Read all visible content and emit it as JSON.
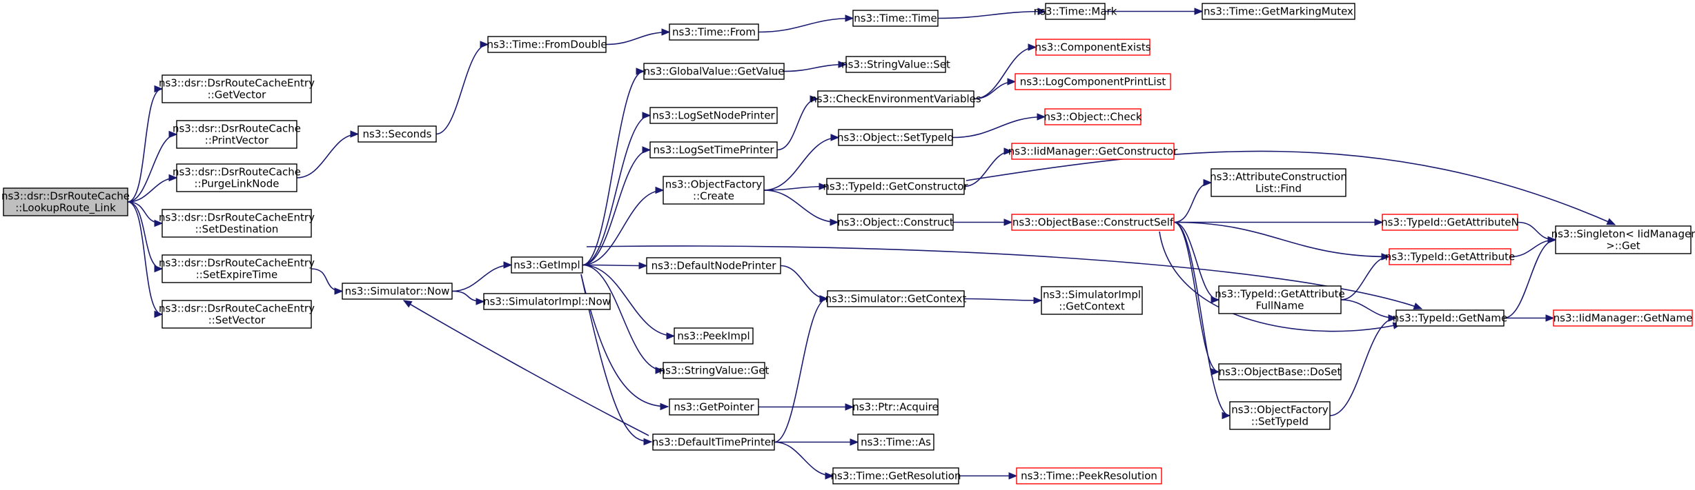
{
  "colors": {
    "edge": "#191970",
    "node_border": "#000000",
    "node_border_truncated": "#ff0000",
    "node_fill": "#ffffff",
    "root_fill": "#bfbfbf",
    "text": "#000000"
  },
  "nodes": [
    {
      "id": "root",
      "lines": [
        "ns3::dsr::DsrRouteCache",
        "::LookupRoute_Link"
      ],
      "root": true
    },
    {
      "id": "getvector",
      "lines": [
        "ns3::dsr::DsrRouteCacheEntry",
        "::GetVector"
      ]
    },
    {
      "id": "printvector",
      "lines": [
        "ns3::dsr::DsrRouteCache",
        "::PrintVector"
      ]
    },
    {
      "id": "purgelinknode",
      "lines": [
        "ns3::dsr::DsrRouteCache",
        "::PurgeLinkNode"
      ]
    },
    {
      "id": "setdestination",
      "lines": [
        "ns3::dsr::DsrRouteCacheEntry",
        "::SetDestination"
      ]
    },
    {
      "id": "setexpiretime",
      "lines": [
        "ns3::dsr::DsrRouteCacheEntry",
        "::SetExpireTime"
      ]
    },
    {
      "id": "setvector",
      "lines": [
        "ns3::dsr::DsrRouteCacheEntry",
        "::SetVector"
      ]
    },
    {
      "id": "seconds",
      "lines": [
        "ns3::Seconds"
      ]
    },
    {
      "id": "simnow",
      "lines": [
        "ns3::Simulator::Now"
      ]
    },
    {
      "id": "fromdouble",
      "lines": [
        "ns3::Time::FromDouble"
      ]
    },
    {
      "id": "getimpl",
      "lines": [
        "ns3::GetImpl"
      ]
    },
    {
      "id": "simimplnow",
      "lines": [
        "ns3::SimulatorImpl::Now"
      ]
    },
    {
      "id": "timefrom",
      "lines": [
        "ns3::Time::From"
      ]
    },
    {
      "id": "gvgetvalue",
      "lines": [
        "ns3::GlobalValue::GetValue"
      ]
    },
    {
      "id": "logsetnodeprinter",
      "lines": [
        "ns3::LogSetNodePrinter"
      ]
    },
    {
      "id": "logsettimeprinter",
      "lines": [
        "ns3::LogSetTimePrinter"
      ]
    },
    {
      "id": "objfactorycreate",
      "lines": [
        "ns3::ObjectFactory",
        "::Create"
      ]
    },
    {
      "id": "defaultnodeprinter",
      "lines": [
        "ns3::DefaultNodePrinter"
      ]
    },
    {
      "id": "peekimpl",
      "lines": [
        "ns3::PeekImpl"
      ]
    },
    {
      "id": "stringvalueget",
      "lines": [
        "ns3::StringValue::Get"
      ]
    },
    {
      "id": "getpointer",
      "lines": [
        "ns3::GetPointer"
      ]
    },
    {
      "id": "defaulttimeprinter",
      "lines": [
        "ns3::DefaultTimePrinter"
      ]
    },
    {
      "id": "timetime",
      "lines": [
        "ns3::Time::Time"
      ]
    },
    {
      "id": "stringvalueset",
      "lines": [
        "ns3::StringValue::Set"
      ]
    },
    {
      "id": "checkenv",
      "lines": [
        "ns3::CheckEnvironmentVariables"
      ]
    },
    {
      "id": "objsettypeid",
      "lines": [
        "ns3::Object::SetTypeId"
      ]
    },
    {
      "id": "typeidgetconstructor",
      "lines": [
        "ns3::TypeId::GetConstructor"
      ]
    },
    {
      "id": "objconstruct",
      "lines": [
        "ns3::Object::Construct"
      ]
    },
    {
      "id": "simgetcontext",
      "lines": [
        "ns3::Simulator::GetContext"
      ]
    },
    {
      "id": "ptracquire",
      "lines": [
        "ns3::Ptr::Acquire"
      ]
    },
    {
      "id": "timeas",
      "lines": [
        "ns3::Time::As"
      ]
    },
    {
      "id": "timegetresolution",
      "lines": [
        "ns3::Time::GetResolution"
      ]
    },
    {
      "id": "timemark",
      "lines": [
        "ns3::Time::Mark"
      ]
    },
    {
      "id": "componentexists",
      "lines": [
        "ns3::ComponentExists"
      ],
      "truncated": true
    },
    {
      "id": "logcomponentprintlist",
      "lines": [
        "ns3::LogComponentPrintList"
      ],
      "truncated": true
    },
    {
      "id": "objectcheck",
      "lines": [
        "ns3::Object::Check"
      ],
      "truncated": true
    },
    {
      "id": "iidgetconstructor",
      "lines": [
        "ns3::IidManager::GetConstructor"
      ],
      "truncated": true
    },
    {
      "id": "objbaseconstructself",
      "lines": [
        "ns3::ObjectBase::ConstructSelf"
      ],
      "truncated": true
    },
    {
      "id": "simimplgetcontext",
      "lines": [
        "ns3::SimulatorImpl",
        "::GetContext"
      ]
    },
    {
      "id": "timepeekresolution",
      "lines": [
        "ns3::Time::PeekResolution"
      ],
      "truncated": true
    },
    {
      "id": "getmarkingmutex",
      "lines": [
        "ns3::Time::GetMarkingMutex"
      ]
    },
    {
      "id": "attrconstrfind",
      "lines": [
        "ns3::AttributeConstruction",
        "List::Find"
      ]
    },
    {
      "id": "typeidgetattributefullname",
      "lines": [
        "ns3::TypeId::GetAttribute",
        "FullName"
      ]
    },
    {
      "id": "objbasedoset",
      "lines": [
        "ns3::ObjectBase::DoSet"
      ]
    },
    {
      "id": "objfactorysettypeid",
      "lines": [
        "ns3::ObjectFactory",
        "::SetTypeId"
      ]
    },
    {
      "id": "typeidgetattributen",
      "lines": [
        "ns3::TypeId::GetAttributeN"
      ],
      "truncated": true
    },
    {
      "id": "typeidgetattribute",
      "lines": [
        "ns3::TypeId::GetAttribute"
      ],
      "truncated": true
    },
    {
      "id": "typeidgetname",
      "lines": [
        "ns3::TypeId::GetName"
      ]
    },
    {
      "id": "singletonget",
      "lines": [
        "ns3::Singleton< IidManager",
        ">::Get"
      ]
    },
    {
      "id": "iidgetname",
      "lines": [
        "ns3::IidManager::GetName"
      ],
      "truncated": true
    }
  ],
  "edges": [
    [
      "root",
      "getvector"
    ],
    [
      "root",
      "printvector"
    ],
    [
      "root",
      "purgelinknode"
    ],
    [
      "root",
      "setdestination"
    ],
    [
      "root",
      "setexpiretime"
    ],
    [
      "root",
      "setvector"
    ],
    [
      "purgelinknode",
      "seconds"
    ],
    [
      "seconds",
      "fromdouble"
    ],
    [
      "fromdouble",
      "timefrom"
    ],
    [
      "timefrom",
      "timetime"
    ],
    [
      "timetime",
      "timemark"
    ],
    [
      "timemark",
      "getmarkingmutex"
    ],
    [
      "setexpiretime",
      "simnow"
    ],
    [
      "simnow",
      "getimpl"
    ],
    [
      "simnow",
      "simimplnow"
    ],
    [
      "getimpl",
      "gvgetvalue"
    ],
    [
      "getimpl",
      "logsetnodeprinter"
    ],
    [
      "getimpl",
      "logsettimeprinter"
    ],
    [
      "getimpl",
      "objfactorycreate"
    ],
    [
      "getimpl",
      "defaultnodeprinter"
    ],
    [
      "getimpl",
      "peekimpl"
    ],
    [
      "getimpl",
      "stringvalueget"
    ],
    [
      "getimpl",
      "getpointer"
    ],
    [
      "getimpl",
      "defaulttimeprinter"
    ],
    [
      "getimpl",
      "typeidgetname"
    ],
    [
      "gvgetvalue",
      "stringvalueset"
    ],
    [
      "logsettimeprinter",
      "checkenv"
    ],
    [
      "checkenv",
      "componentexists"
    ],
    [
      "checkenv",
      "logcomponentprintlist"
    ],
    [
      "objfactorycreate",
      "objsettypeid"
    ],
    [
      "objfactorycreate",
      "typeidgetconstructor"
    ],
    [
      "objfactorycreate",
      "objconstruct"
    ],
    [
      "objsettypeid",
      "objectcheck"
    ],
    [
      "typeidgetconstructor",
      "iidgetconstructor"
    ],
    [
      "typeidgetconstructor",
      "singletonget"
    ],
    [
      "objconstruct",
      "objbaseconstructself"
    ],
    [
      "objbaseconstructself",
      "attrconstrfind"
    ],
    [
      "objbaseconstructself",
      "typeidgetattributen"
    ],
    [
      "objbaseconstructself",
      "typeidgetattribute"
    ],
    [
      "objbaseconstructself",
      "typeidgetattributefullname"
    ],
    [
      "objbaseconstructself",
      "objbasedoset"
    ],
    [
      "objbaseconstructself",
      "objfactorysettypeid"
    ],
    [
      "objbaseconstructself",
      "typeidgetname"
    ],
    [
      "defaultnodeprinter",
      "simgetcontext"
    ],
    [
      "simgetcontext",
      "simimplgetcontext"
    ],
    [
      "getpointer",
      "ptracquire"
    ],
    [
      "defaulttimeprinter",
      "simgetcontext"
    ],
    [
      "defaulttimeprinter",
      "simnow"
    ],
    [
      "defaulttimeprinter",
      "timeas"
    ],
    [
      "defaulttimeprinter",
      "timegetresolution"
    ],
    [
      "timegetresolution",
      "timepeekresolution"
    ],
    [
      "typeidgetattributefullname",
      "typeidgetattribute"
    ],
    [
      "typeidgetattributefullname",
      "typeidgetname"
    ],
    [
      "objfactorysettypeid",
      "typeidgetname"
    ],
    [
      "typeidgetattributen",
      "singletonget"
    ],
    [
      "typeidgetattribute",
      "singletonget"
    ],
    [
      "typeidgetname",
      "singletonget"
    ],
    [
      "typeidgetname",
      "iidgetname"
    ]
  ]
}
